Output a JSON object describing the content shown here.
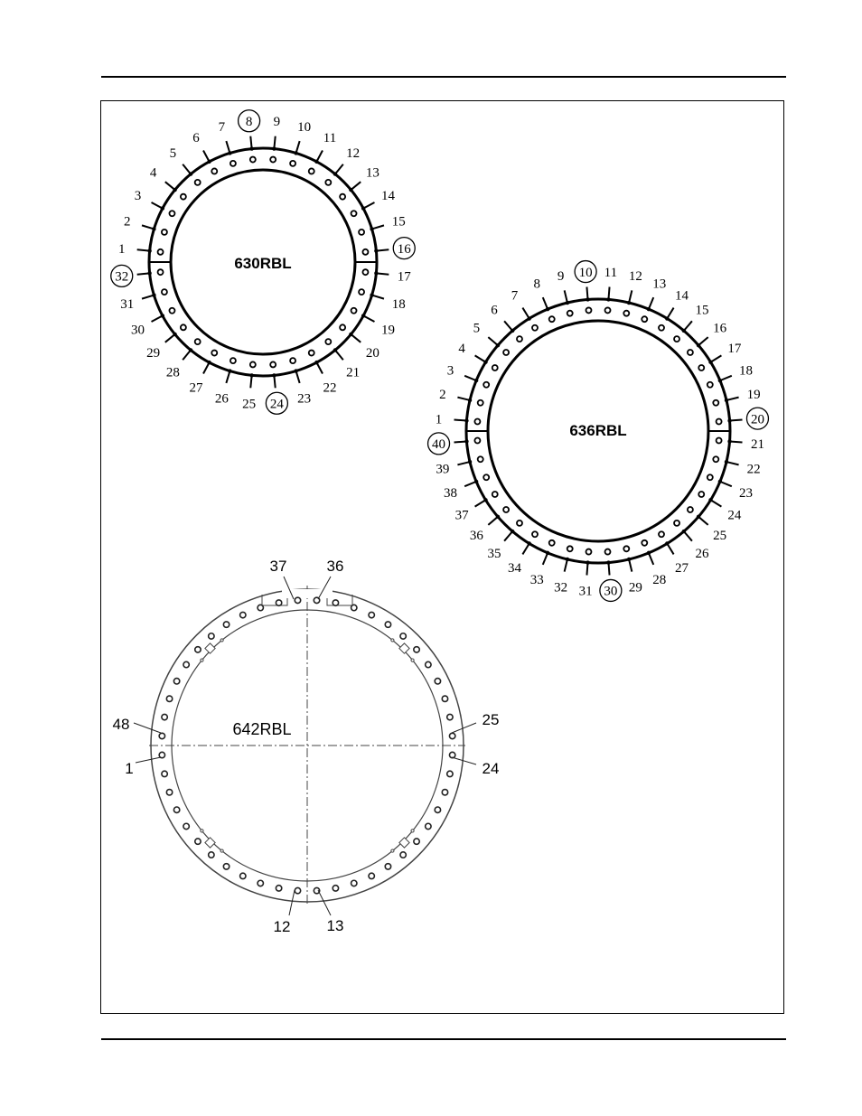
{
  "diagrams": [
    {
      "id": "630",
      "title": "630RBL",
      "bolt_count": 32,
      "circled_labels": [
        "32",
        "16",
        "24",
        "8"
      ],
      "labels": [
        "1",
        "2",
        "3",
        "4",
        "5",
        "6",
        "7",
        "8",
        "9",
        "10",
        "11",
        "12",
        "13",
        "14",
        "15",
        "16",
        "17",
        "18",
        "19",
        "20",
        "21",
        "22",
        "23",
        "24",
        "25",
        "26",
        "27",
        "28",
        "29",
        "30",
        "31",
        "32"
      ]
    },
    {
      "id": "636",
      "title": "636RBL",
      "bolt_count": 40,
      "circled_labels": [
        "40",
        "20",
        "30",
        "10"
      ],
      "labels": [
        "1",
        "2",
        "3",
        "4",
        "5",
        "6",
        "7",
        "8",
        "9",
        "10",
        "11",
        "12",
        "13",
        "14",
        "15",
        "16",
        "17",
        "18",
        "19",
        "20",
        "21",
        "22",
        "23",
        "24",
        "25",
        "26",
        "27",
        "28",
        "29",
        "30",
        "31",
        "32",
        "33",
        "34",
        "35",
        "36",
        "37",
        "38",
        "39",
        "40"
      ]
    },
    {
      "id": "642",
      "title": "642RBL",
      "bolt_count": 48,
      "labels": [
        "37",
        "36",
        "48",
        "25",
        "1",
        "24",
        "12",
        "13"
      ]
    }
  ]
}
